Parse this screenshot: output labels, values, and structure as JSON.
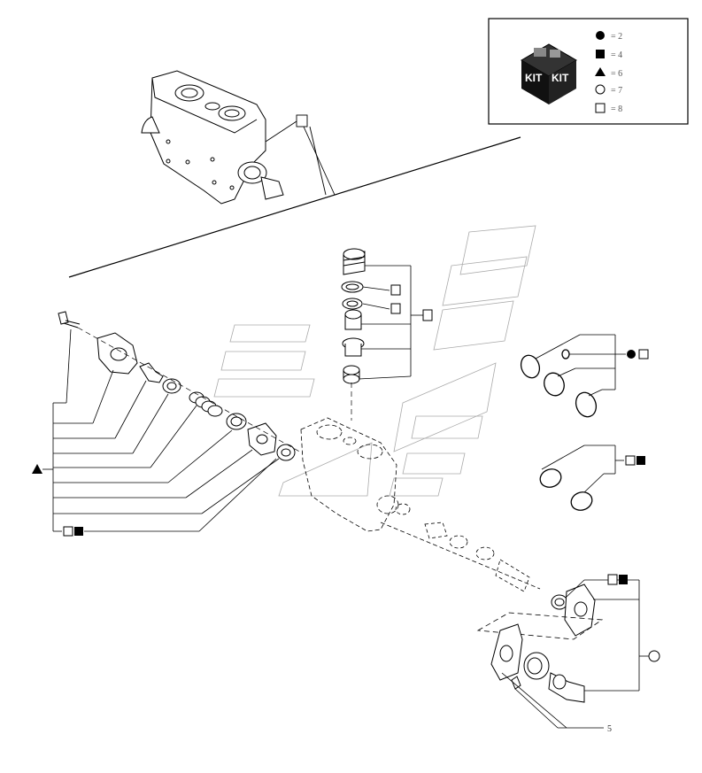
{
  "legend": {
    "kit_labels": [
      "KIT",
      "KIT"
    ],
    "entries": [
      {
        "symbol": "filled-circle",
        "text": "= 2"
      },
      {
        "symbol": "filled-square",
        "text": "= 4"
      },
      {
        "symbol": "filled-triangle",
        "text": "= 6"
      },
      {
        "symbol": "open-circle",
        "text": "= 7"
      },
      {
        "symbol": "open-square",
        "text": "= 8"
      }
    ]
  },
  "callouts": {
    "bottom_ref": "5"
  }
}
